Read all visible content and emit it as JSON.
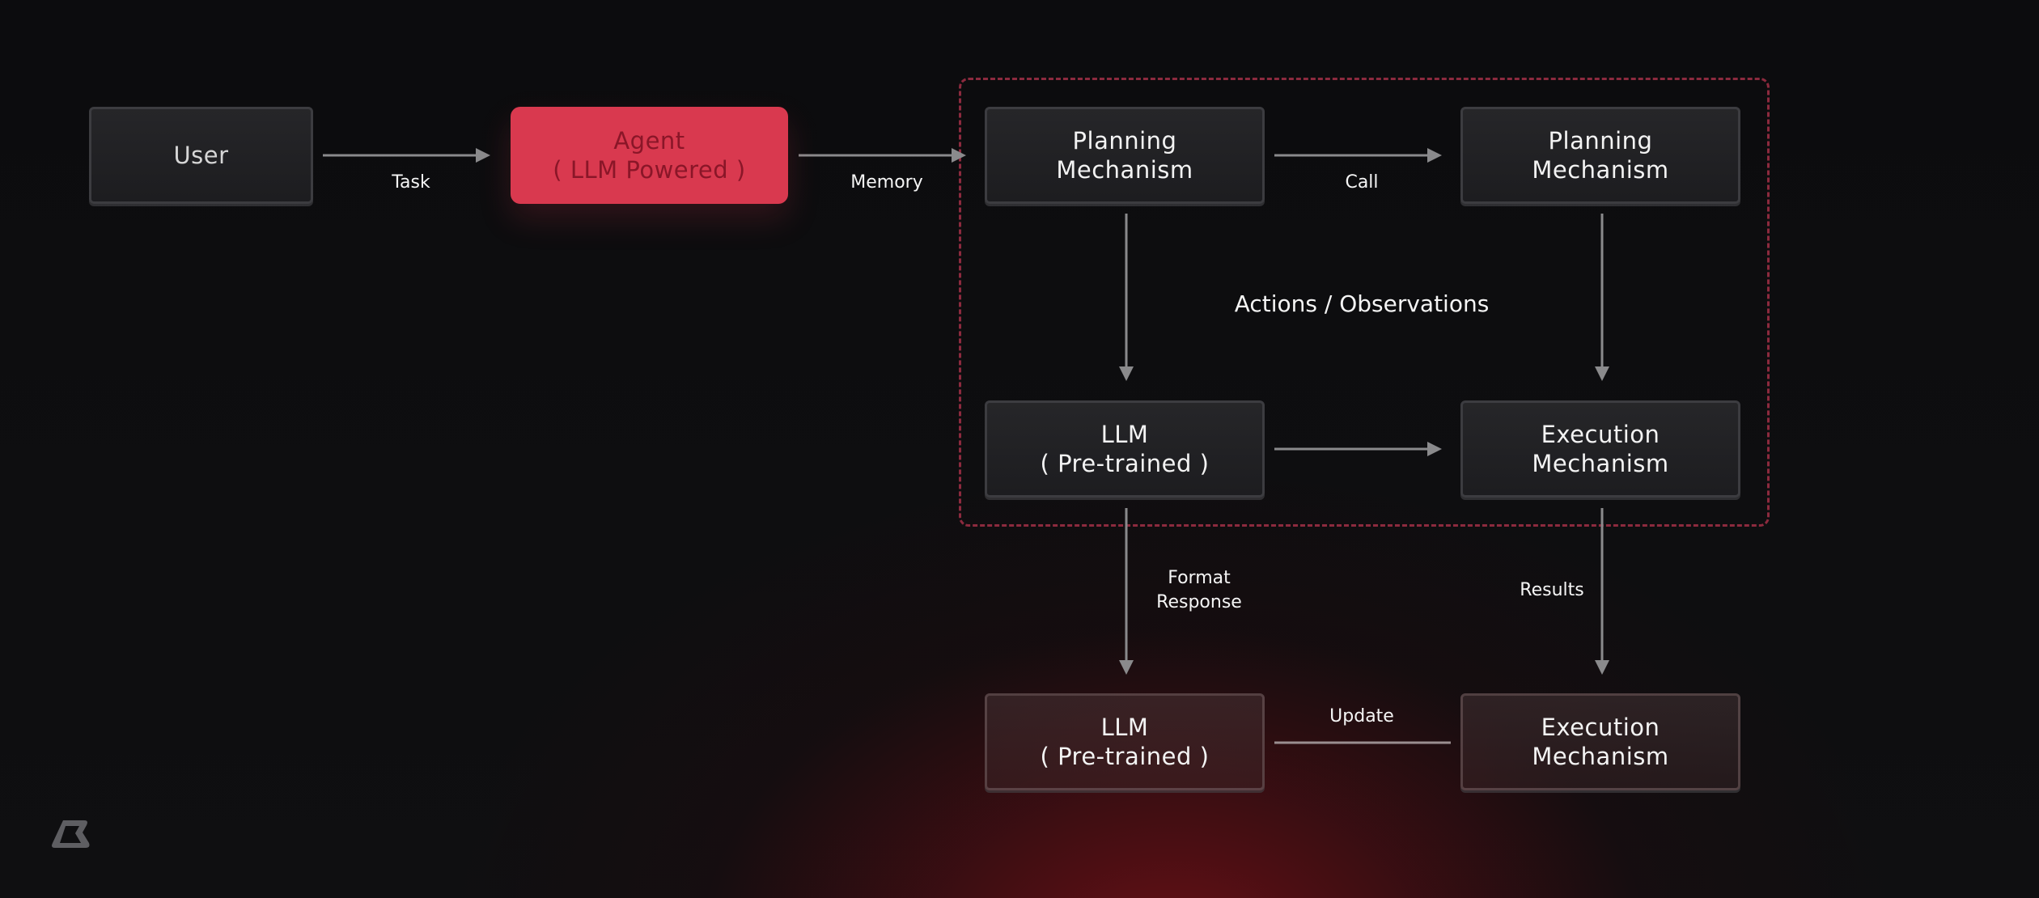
{
  "nodes": {
    "user": {
      "lines": [
        "User"
      ]
    },
    "agent": {
      "lines": [
        "Agent",
        "( LLM Powered )"
      ]
    },
    "planning_1": {
      "lines": [
        "Planning",
        "Mechanism"
      ]
    },
    "planning_2": {
      "lines": [
        "Planning",
        "Mechanism"
      ]
    },
    "llm_1": {
      "lines": [
        "LLM",
        "( Pre-trained )"
      ]
    },
    "execution_1": {
      "lines": [
        "Execution",
        "Mechanism"
      ]
    },
    "llm_2": {
      "lines": [
        "LLM",
        "( Pre-trained )"
      ]
    },
    "execution_2": {
      "lines": [
        "Execution",
        "Mechanism"
      ]
    }
  },
  "edges": {
    "task": "Task",
    "memory": "Memory",
    "call": "Call",
    "actions_observations": "Actions / Observations",
    "format_response": [
      "Format",
      "Response"
    ],
    "results": "Results",
    "update": "Update"
  },
  "colors": {
    "accent": "#d9394f",
    "accent_text": "#8a1628",
    "dashed_group": "#8c2a3e",
    "arrow": "#8a8a8c",
    "background": "#0e0e10",
    "glow": "#5e1016"
  },
  "logo": {
    "icon": "brand-logo-icon"
  }
}
